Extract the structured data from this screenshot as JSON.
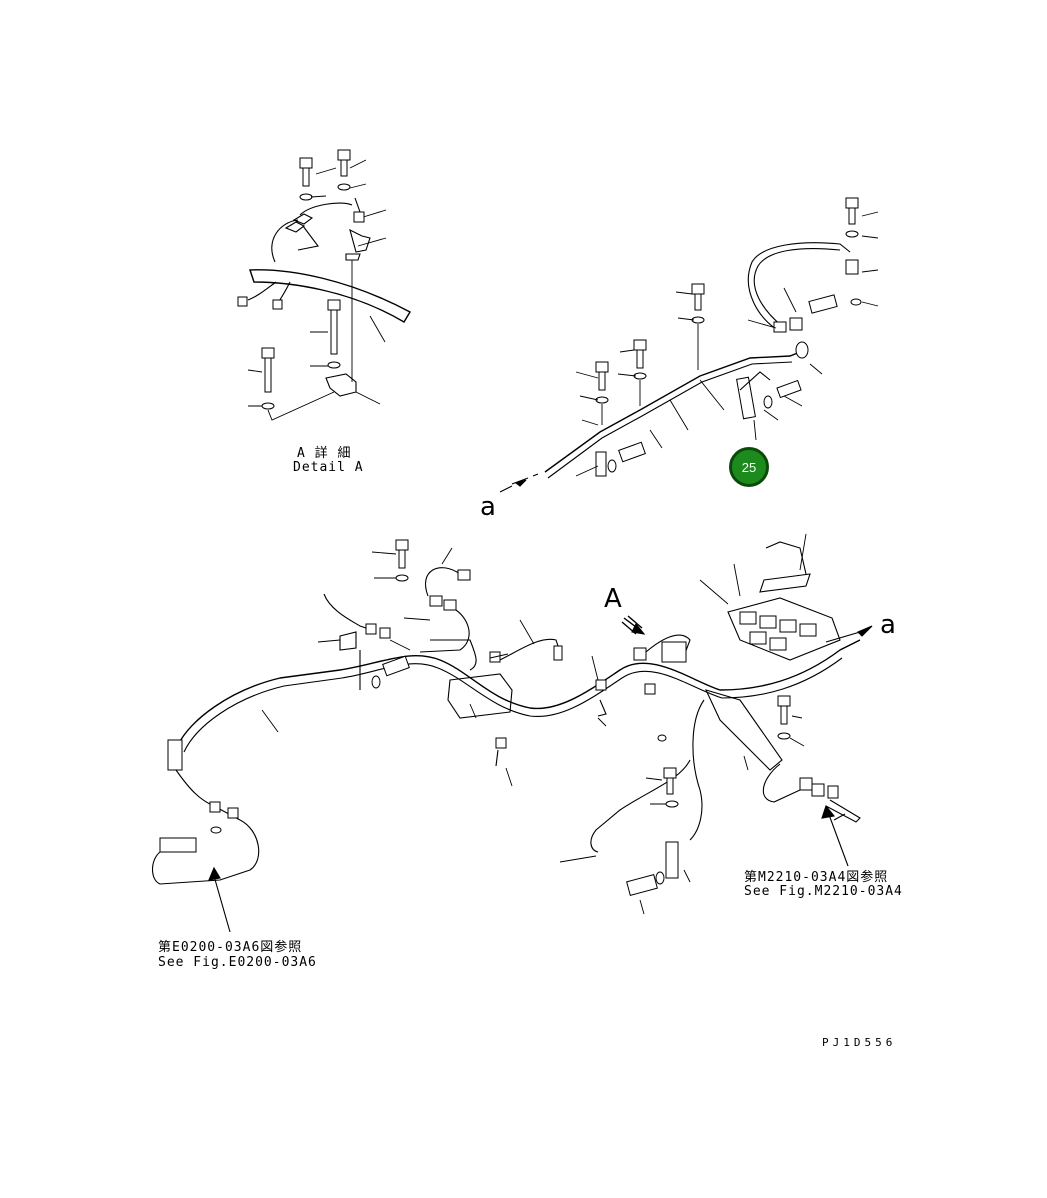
{
  "detail": {
    "label_jp": "A 詳 細",
    "label_en": "Detail A"
  },
  "view_labels": {
    "a_left": "a",
    "a_right": "a",
    "A_arrow": "A"
  },
  "refs": {
    "left": {
      "jp": "第E0200-03A6図参照",
      "en": "See Fig.E0200-03A6"
    },
    "right": {
      "jp": "第M2210-03A4図参照",
      "en": "See Fig.M2210-03A4"
    }
  },
  "callout": {
    "number": "25",
    "color": "#1d8a1d"
  },
  "drawing_code": "PJ1D556"
}
